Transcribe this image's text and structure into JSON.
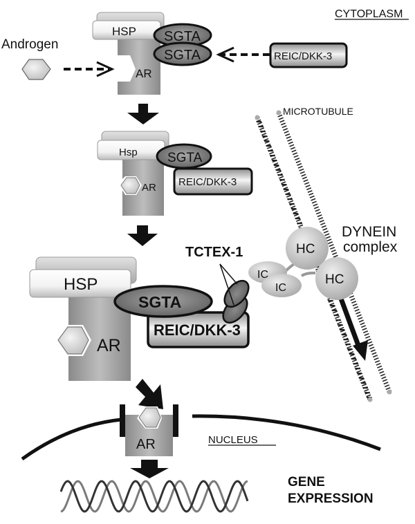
{
  "labels": {
    "cytoplasm": "CYTOPLASM",
    "androgen": "Androgen",
    "microtubule": "MICROTUBULE",
    "dynein_line1": "DYNEIN",
    "dynein_line2": "complex",
    "tctex": "TCTEX-1",
    "nucleus": "NUCLEUS",
    "gene_line1": "GENE",
    "gene_line2": "EXPRESSION"
  },
  "stage1": {
    "hsp": "HSP",
    "ar": "AR",
    "sgta_top": "SGTA",
    "sgta_bottom": "SGTA",
    "reic": "REIC/DKK-3"
  },
  "stage2": {
    "hsp": "Hsp",
    "ar": "AR",
    "sgta": "SGTA",
    "reic": "REIC/DKK-3"
  },
  "stage3": {
    "hsp": "HSP",
    "ar": "AR",
    "sgta": "SGTA",
    "reic": "REIC/DKK-3",
    "ic_1": "IC",
    "ic_2": "IC",
    "hc_1": "HC",
    "hc_2": "HC"
  },
  "nucleus": {
    "ar": "AR"
  },
  "colors": {
    "ink": "#111111",
    "ar_gray": "#9a9a9a",
    "sgta_gray": "#6e6e6e",
    "dynein_gray": "#c4c4c4",
    "dna_dark": "#333333",
    "dna_light": "#7a7a7a"
  }
}
